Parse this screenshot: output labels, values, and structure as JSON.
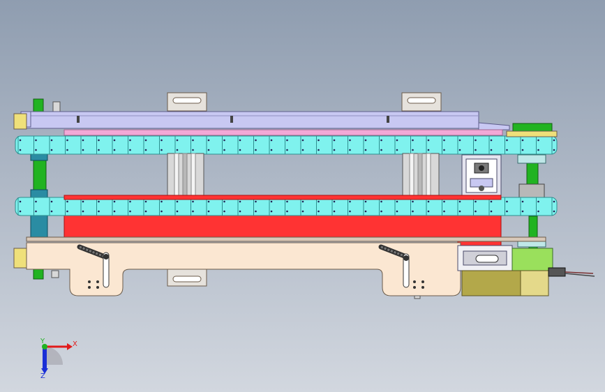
{
  "viewport": {
    "gradient_top": "#8f9db0",
    "gradient_bottom": "#d2d7df"
  },
  "triad": {
    "x_label": "X",
    "y_label": "Y",
    "z_label": "Z",
    "x_color": "#e11b1b",
    "y_color": "#21b321",
    "z_color": "#1a2fd6"
  },
  "colors": {
    "top_rail": "#c8c8f2",
    "top_rail_edge": "#5e5e8c",
    "chain": "#7ff2ee",
    "chain_edge": "#2e8f8f",
    "bar_pink": "#f2a8d6",
    "red_panel": "#ff3333",
    "red_panel_edge": "#a81212",
    "base_frame": "#fbe7d2",
    "base_edge": "#6b5b4a",
    "bracket": "#e6e2dc",
    "column": "#d8d8d8",
    "shaft_green": "#21b321",
    "shaft_teal": "#2a8ca3",
    "pulley": "#bfe7e8",
    "motor": "#b3a84a",
    "motor_light": "#e4d98a",
    "lime": "#9ae05c",
    "yellow": "#efe07a"
  }
}
